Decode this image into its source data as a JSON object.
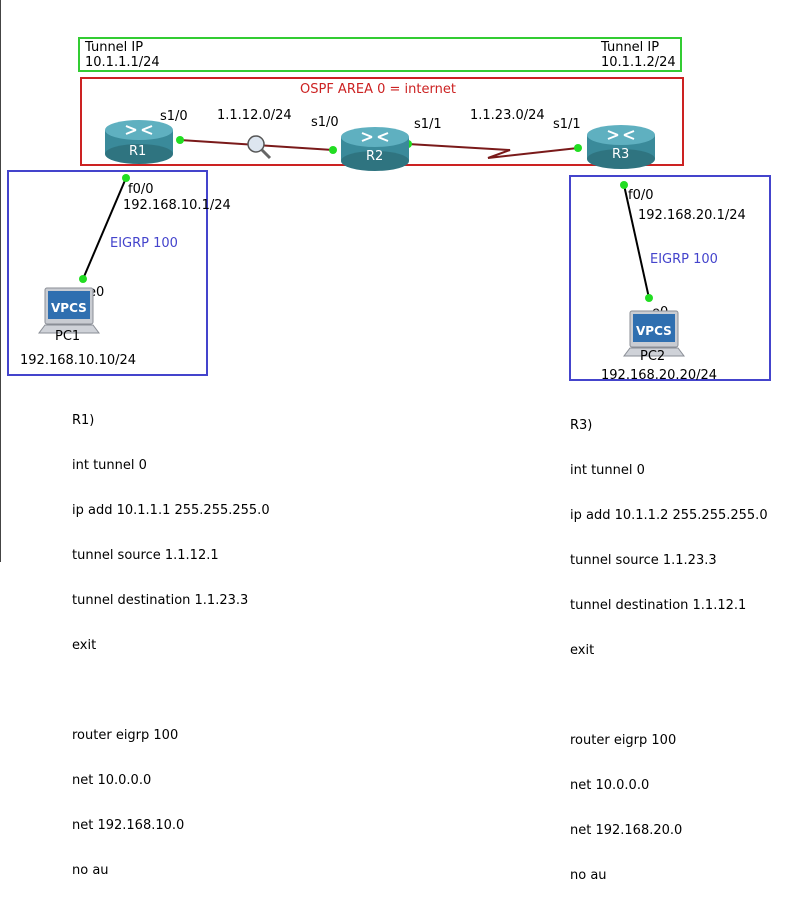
{
  "tunnel": {
    "left_title": "Tunnel IP",
    "left_ip": "10.1.1.1/24",
    "right_title": "Tunnel IP",
    "right_ip": "10.1.1.2/24"
  },
  "ospf": {
    "label": "OSPF AREA 0 = internet"
  },
  "routers": [
    {
      "name": "R1"
    },
    {
      "name": "R2"
    },
    {
      "name": "R3"
    }
  ],
  "links": {
    "r1_r2_net": "1.1.12.0/24",
    "r2_r3_net": "1.1.23.0/24",
    "r1_s10": "s1/0",
    "r2_s10": "s1/0",
    "r2_s11": "s1/1",
    "r3_s11": "s1/1",
    "r1_f00": "f0/0",
    "r1_f00_ip": "192.168.10.1/24",
    "r3_f00": "f0/0",
    "r3_f00_ip": "192.168.20.1/24",
    "pc1_e0": "e0",
    "pc2_e0": "e0"
  },
  "eigrp": {
    "left": "EIGRP 100",
    "right": "EIGRP 100"
  },
  "pcs": [
    {
      "badge": "VPCS",
      "name": "PC1",
      "ip": "192.168.10.10/24"
    },
    {
      "badge": "VPCS",
      "name": "PC2",
      "ip": "192.168.20.20/24"
    }
  ],
  "config_r1": [
    "R1)",
    "int tunnel 0",
    "ip add 10.1.1.1 255.255.255.0",
    "tunnel source 1.1.12.1",
    "tunnel destination 1.1.23.3",
    "exit",
    "",
    "router eigrp 100",
    "net 10.0.0.0",
    "net 192.168.10.0",
    "no au"
  ],
  "config_r3": [
    "R3)",
    "int tunnel 0",
    "ip add 10.1.1.2 255.255.255.0",
    "tunnel source 1.1.23.3",
    "tunnel destination 1.1.12.1",
    "exit",
    "",
    "router eigrp 100",
    "net 10.0.0.0",
    "net 192.168.20.0",
    "no au"
  ],
  "colors": {
    "tunnel_box": "#33cc33",
    "ospf_box": "#cc2222",
    "eigrp_box": "#4444cc",
    "link": "#7a1a1a",
    "port_dot": "#22dd22",
    "router": "#2f7f8f"
  }
}
